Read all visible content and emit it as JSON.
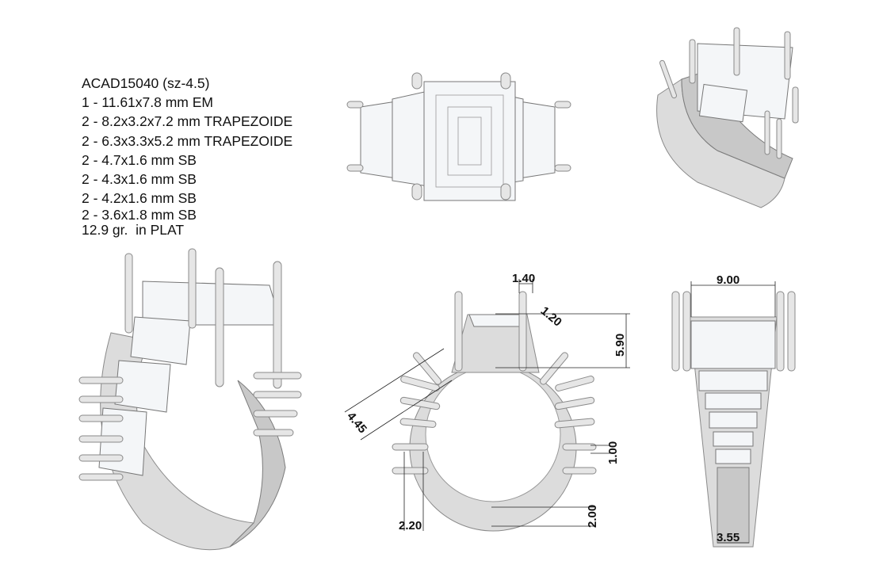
{
  "specs": {
    "title": "ACAD15040 (sz-4.5)",
    "stones": [
      "1 - 11.61x7.8 mm EM",
      "2 - 8.2x3.2x7.2 mm TRAPEZOIDE",
      "2 - 6.3x3.3x5.2 mm TRAPEZOIDE",
      "2 - 4.7x1.6 mm SB",
      "2 - 4.3x1.6 mm SB",
      "2 - 4.2x1.6 mm SB",
      "2 - 3.6x1.8 mm SB"
    ],
    "weight": "12.9 gr.  in PLAT"
  },
  "dimensions": {
    "side_view": {
      "prong_width": "1.40",
      "prong_gap": "1.20",
      "setting_height": "5.90",
      "shoulder_length": "4.45",
      "side_prong": "1.00",
      "shank_thickness": "2.00",
      "shank_width": "2.20"
    },
    "front_view": {
      "top_width": "9.00",
      "bottom_width": "3.55"
    }
  }
}
